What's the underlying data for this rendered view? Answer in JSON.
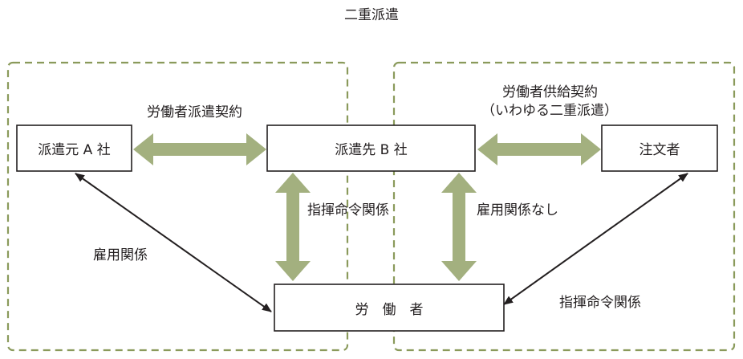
{
  "title": "二重派遣",
  "groups": {
    "left": {
      "name": "dispatch-agency-group"
    },
    "right": {
      "name": "client-group"
    }
  },
  "nodes": {
    "haken_moto": "派遣元 A 社",
    "haken_saki": "派遣先 B 社",
    "chumonsha": "注文者",
    "worker": "労　働　者"
  },
  "relations": {
    "dispatch_contract": "労働者派遣契約",
    "supply_contract_line1": "労働者供給契約",
    "supply_contract_line2": "（いわゆる二重派遣）",
    "employment": "雇用関係",
    "command_center": "指揮命令関係",
    "no_employment": "雇用関係なし",
    "command_right": "指揮命令関係"
  },
  "colors": {
    "dash_border": "#8a9a5b",
    "thick_arrow": "#a3b07f",
    "thin_arrow": "#231f20",
    "box_border": "#231f20",
    "text": "#231f20"
  }
}
